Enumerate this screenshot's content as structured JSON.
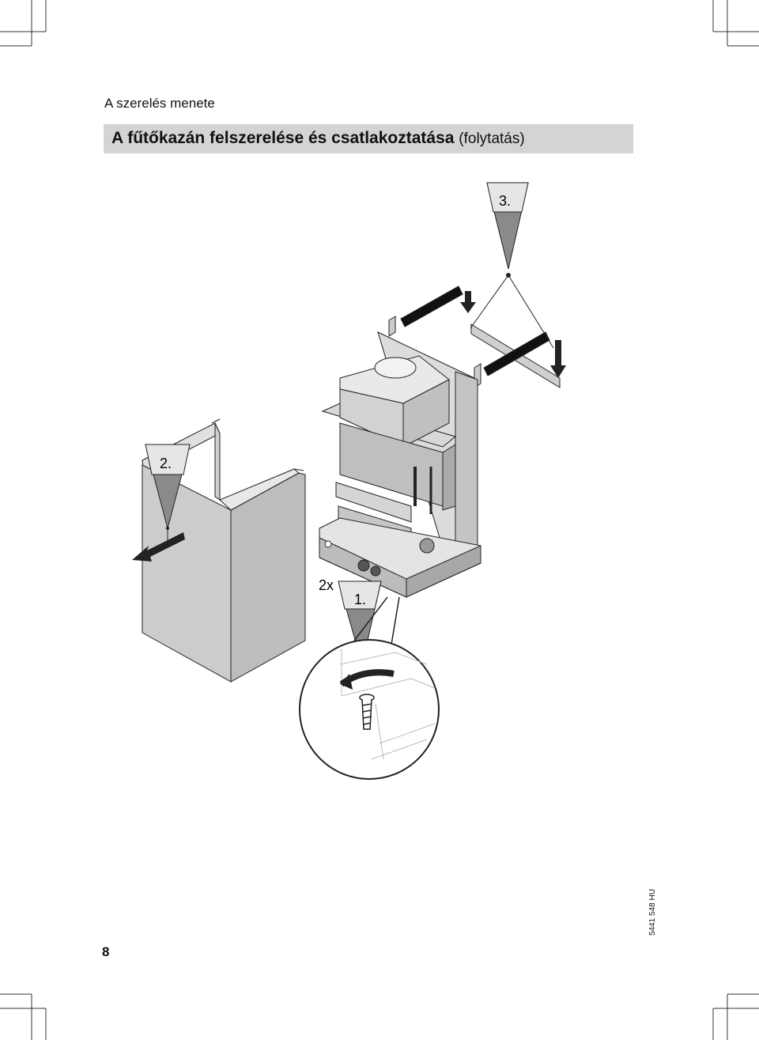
{
  "header": {
    "section": "A szerelés menete",
    "title": "A fűtőkazán felszerelése és csatlakoztatása",
    "title_suffix": "(folytatás)"
  },
  "figure": {
    "step1": "1.",
    "step2": "2.",
    "step3": "3.",
    "quantity": "2x"
  },
  "footer": {
    "page_number": "8",
    "doc_code": "5441 548 HU"
  }
}
